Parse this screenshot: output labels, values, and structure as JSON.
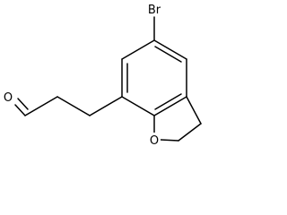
{
  "molecule": {
    "atoms": {
      "bromine": "Br",
      "aldehyde_oxygen": "O",
      "furan_oxygen": "O"
    }
  },
  "colors": {
    "bond": "#000000",
    "label": "#000000",
    "background": "#ffffff"
  }
}
